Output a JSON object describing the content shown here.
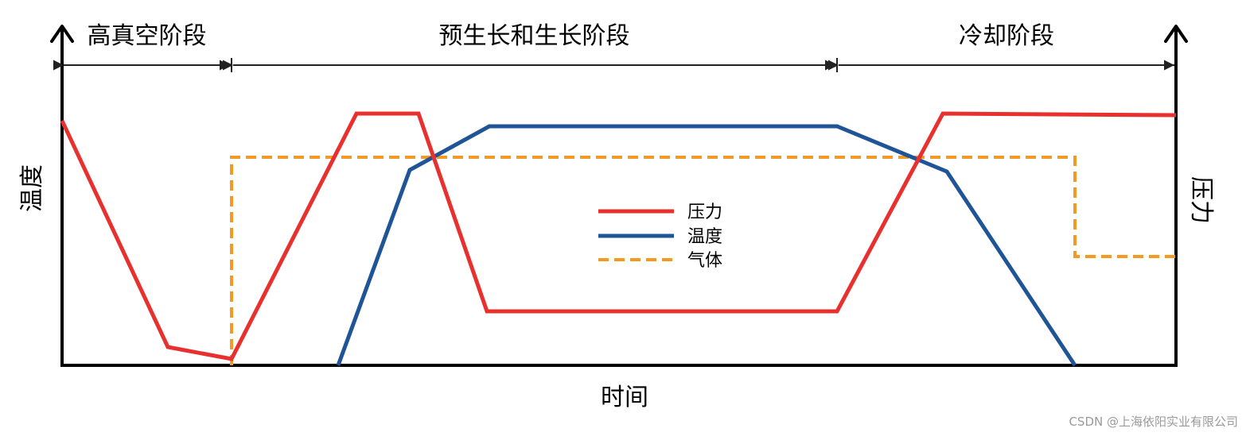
{
  "chart_data": {
    "type": "line",
    "xlabel": "时间",
    "ylabel_left": "温度",
    "ylabel_right": "压力",
    "xlim": [
      0,
      1400
    ],
    "ylim": [
      0,
      310
    ],
    "grid": false,
    "legend_position": "center",
    "stages": [
      {
        "label": "高真空阶段",
        "range": [
          0,
          213
        ]
      },
      {
        "label": "预生长和生长阶段",
        "range": [
          213,
          974
        ]
      },
      {
        "label": "冷却阶段",
        "range": [
          974,
          1400
        ]
      }
    ],
    "series": [
      {
        "name": "压力",
        "color": "#e8302e",
        "style": "solid",
        "points": [
          [
            0,
            308
          ],
          [
            133,
            23
          ],
          [
            213,
            8
          ],
          [
            370,
            317
          ],
          [
            448,
            317
          ],
          [
            534,
            68
          ],
          [
            974,
            68
          ],
          [
            1107,
            317
          ],
          [
            1400,
            315
          ]
        ]
      },
      {
        "name": "温度",
        "color": "#1f5497",
        "style": "solid",
        "points": [
          [
            347,
            0
          ],
          [
            437,
            246
          ],
          [
            537,
            301
          ],
          [
            974,
            301
          ],
          [
            1112,
            244
          ],
          [
            1273,
            0
          ]
        ]
      },
      {
        "name": "气体",
        "color": "#f39a24",
        "style": "dashed",
        "points": [
          [
            213,
            0
          ],
          [
            213,
            262
          ],
          [
            1273,
            262
          ],
          [
            1273,
            137
          ],
          [
            1400,
            137
          ]
        ]
      }
    ]
  },
  "watermark": "CSDN @上海依阳实业有限公司"
}
